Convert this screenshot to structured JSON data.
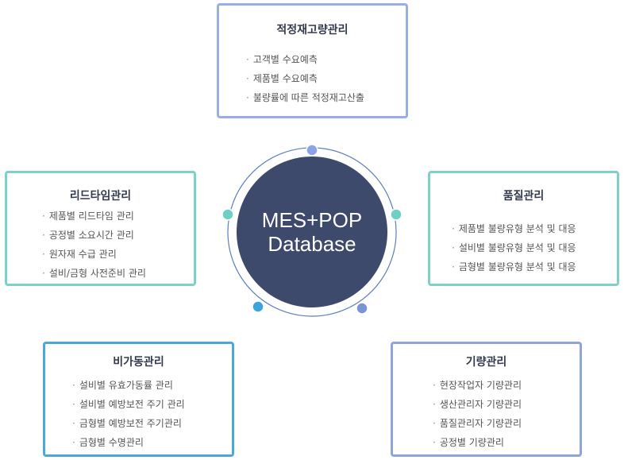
{
  "center": {
    "line1": "MES+POP",
    "line2": "Database",
    "circle_color": "#3e4a6b",
    "ring_color": "#5b7fc0"
  },
  "dots": [
    {
      "name": "dot-top",
      "color": "#8aa3e6"
    },
    {
      "name": "dot-right",
      "color": "#6fcfc4"
    },
    {
      "name": "dot-bottom-right",
      "color": "#7a95d4"
    },
    {
      "name": "dot-bottom-left",
      "color": "#3ba3dc"
    },
    {
      "name": "dot-left",
      "color": "#6fcfc4"
    }
  ],
  "boxes": {
    "inventory": {
      "title": "적정재고량관리",
      "items": [
        "고객별 수요예측",
        "제품별 수요예측",
        "불량률에 따른 적정재고산출"
      ]
    },
    "leadtime": {
      "title": "리드타임관리",
      "items": [
        "제품별 리드타임 관리",
        "공정별 소요시간 관리",
        "원자재 수급 관리",
        "설비/금형 사전준비 관리"
      ]
    },
    "quality": {
      "title": "품질관리",
      "items": [
        "제품별 불량유형 분석 및 대응",
        "설비별 불량유형 분석 및 대응",
        "금형별 불량유형 분석 및 대응"
      ]
    },
    "downtime": {
      "title": "비가동관리",
      "items": [
        "설비별 유효가동률 관리",
        "설비별 예방보전 주기 관리",
        "금형별 예방보전 주기관리",
        "금형별 수명관리"
      ]
    },
    "capacity": {
      "title": "기량관리",
      "items": [
        "현장작업자 기량관리",
        "생산관리자 기량관리",
        "품질관리자 기량관리",
        "공정별 기량관리"
      ]
    }
  }
}
